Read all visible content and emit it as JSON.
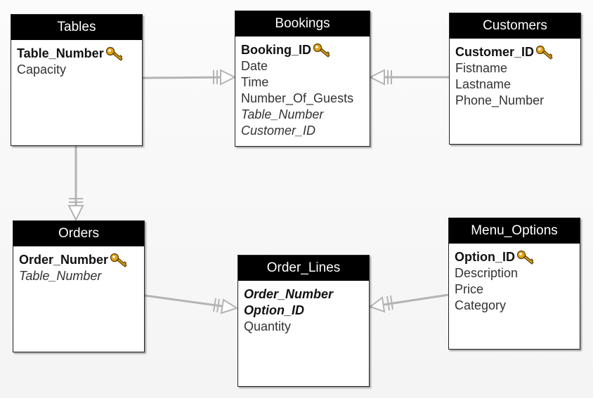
{
  "entities": {
    "tables": {
      "title": "Tables",
      "fields": [
        {
          "name": "Table_Number",
          "pk": true,
          "fk": false
        },
        {
          "name": "Capacity",
          "pk": false,
          "fk": false
        }
      ]
    },
    "bookings": {
      "title": "Bookings",
      "fields": [
        {
          "name": "Booking_ID",
          "pk": true,
          "fk": false
        },
        {
          "name": "Date",
          "pk": false,
          "fk": false
        },
        {
          "name": "Time",
          "pk": false,
          "fk": false
        },
        {
          "name": "Number_Of_Guests",
          "pk": false,
          "fk": false
        },
        {
          "name": "Table_Number",
          "pk": false,
          "fk": true
        },
        {
          "name": "Customer_ID",
          "pk": false,
          "fk": true
        }
      ]
    },
    "customers": {
      "title": "Customers",
      "fields": [
        {
          "name": "Customer_ID",
          "pk": true,
          "fk": false
        },
        {
          "name": "Fistname",
          "pk": false,
          "fk": false
        },
        {
          "name": "Lastname",
          "pk": false,
          "fk": false
        },
        {
          "name": "Phone_Number",
          "pk": false,
          "fk": false
        }
      ]
    },
    "orders": {
      "title": "Orders",
      "fields": [
        {
          "name": "Order_Number",
          "pk": true,
          "fk": false
        },
        {
          "name": "Table_Number",
          "pk": false,
          "fk": true
        }
      ]
    },
    "order_lines": {
      "title": "Order_Lines",
      "fields": [
        {
          "name": "Order_Number",
          "pk": true,
          "fk": true
        },
        {
          "name": "Option_ID",
          "pk": true,
          "fk": true
        },
        {
          "name": "Quantity",
          "pk": false,
          "fk": false
        }
      ]
    },
    "menu_options": {
      "title": "Menu_Options",
      "fields": [
        {
          "name": "Option_ID",
          "pk": true,
          "fk": false
        },
        {
          "name": "Description",
          "pk": false,
          "fk": false
        },
        {
          "name": "Price",
          "pk": false,
          "fk": false
        },
        {
          "name": "Category",
          "pk": false,
          "fk": false
        }
      ]
    }
  },
  "relationships": [
    {
      "from": "Tables",
      "to": "Bookings",
      "type": "one-to-many"
    },
    {
      "from": "Customers",
      "to": "Bookings",
      "type": "one-to-many"
    },
    {
      "from": "Tables",
      "to": "Orders",
      "type": "one-to-many"
    },
    {
      "from": "Orders",
      "to": "Order_Lines",
      "type": "one-to-many"
    },
    {
      "from": "Menu_Options",
      "to": "Order_Lines",
      "type": "one-to-many"
    }
  ],
  "colors": {
    "header_bg": "#000000",
    "header_text": "#ffffff",
    "connector": "#b4b4b4",
    "key_icon": "#e0a419"
  }
}
